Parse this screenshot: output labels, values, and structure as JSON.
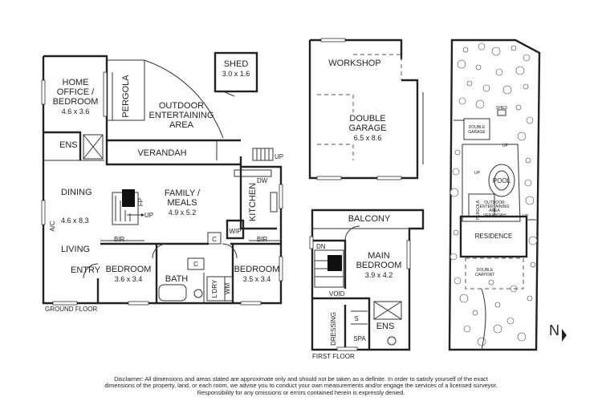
{
  "ground_floor": {
    "label": "GROUND FLOOR",
    "rooms": {
      "home_office": {
        "l1": "HOME",
        "l2": "OFFICE /",
        "l3": "BEDROOM",
        "dim": "4.6 x 3.6"
      },
      "pergola": "PERGOLA",
      "outdoor": {
        "l1": "OUTDOOR",
        "l2": "ENTERTAINING",
        "l3": "AREA"
      },
      "shed": {
        "name": "SHED",
        "dim": "3.0 x 1.6"
      },
      "ens": "ENS",
      "verandah": "VERANDAH",
      "dining": "DINING",
      "dining_dim": "4.6 x 8.3",
      "ac": "A/C",
      "living": "LIVING",
      "entry": "ENTRY",
      "family": {
        "l1": "FAMILY /",
        "l2": "MEALS",
        "dim": "4.9 x 5.2"
      },
      "kitchen": "KITCHEN",
      "dw": "DW",
      "wip": "WIP",
      "fp": "FP",
      "bir": "BIR",
      "c": "C",
      "bedroom_1": {
        "name": "BEDROOM",
        "dim": "3.6 x 3.4"
      },
      "bedroom_2": {
        "name": "BEDROOM",
        "dim": "3.5 x 3.4"
      },
      "bath": "BATH",
      "ldry": "L'DRY",
      "wm": "WM",
      "up": "UP"
    }
  },
  "garage": {
    "workshop": "WORKSHOP",
    "name_l1": "DOUBLE",
    "name_l2": "GARAGE",
    "dim": "6.5 x 8.6"
  },
  "first_floor": {
    "label": "FIRST FLOOR",
    "balcony": "BALCONY",
    "main_l1": "MAIN",
    "main_l2": "BEDROOM",
    "main_dim": "3.9 x 4.2",
    "dn": "DN",
    "void": "VOID",
    "dressing": "DRESSING",
    "s": "S",
    "spa": "SPA",
    "ens": "ENS"
  },
  "site_plan": {
    "shed": "SHED",
    "garage_l1": "DOUBLE",
    "garage_l2": "GARAGE",
    "pool": "POOL",
    "residence": "RESIDENCE",
    "carport_l1": "DOUBLE",
    "carport_l2": "CARPORT",
    "pergola": "PERGOLA",
    "outdoor_l1": "OUTDOOR",
    "outdoor_l2": "ENTERTAINING",
    "outdoor_l3": "AREA",
    "verandah": "VERANDAH",
    "up": "UP"
  },
  "north_arrow": "N",
  "disclaimer": "Disclaimer: All dimensions and areas stated are approximate only and should not be taken as a definite. In order to satisfy yourself of the exact dimensions of the property, land, or each room, we advise you to conduct your own measurements and/or engage the services of a licensed surveyor. Responsibility for any omissions or errors contained herein is expressly denied."
}
